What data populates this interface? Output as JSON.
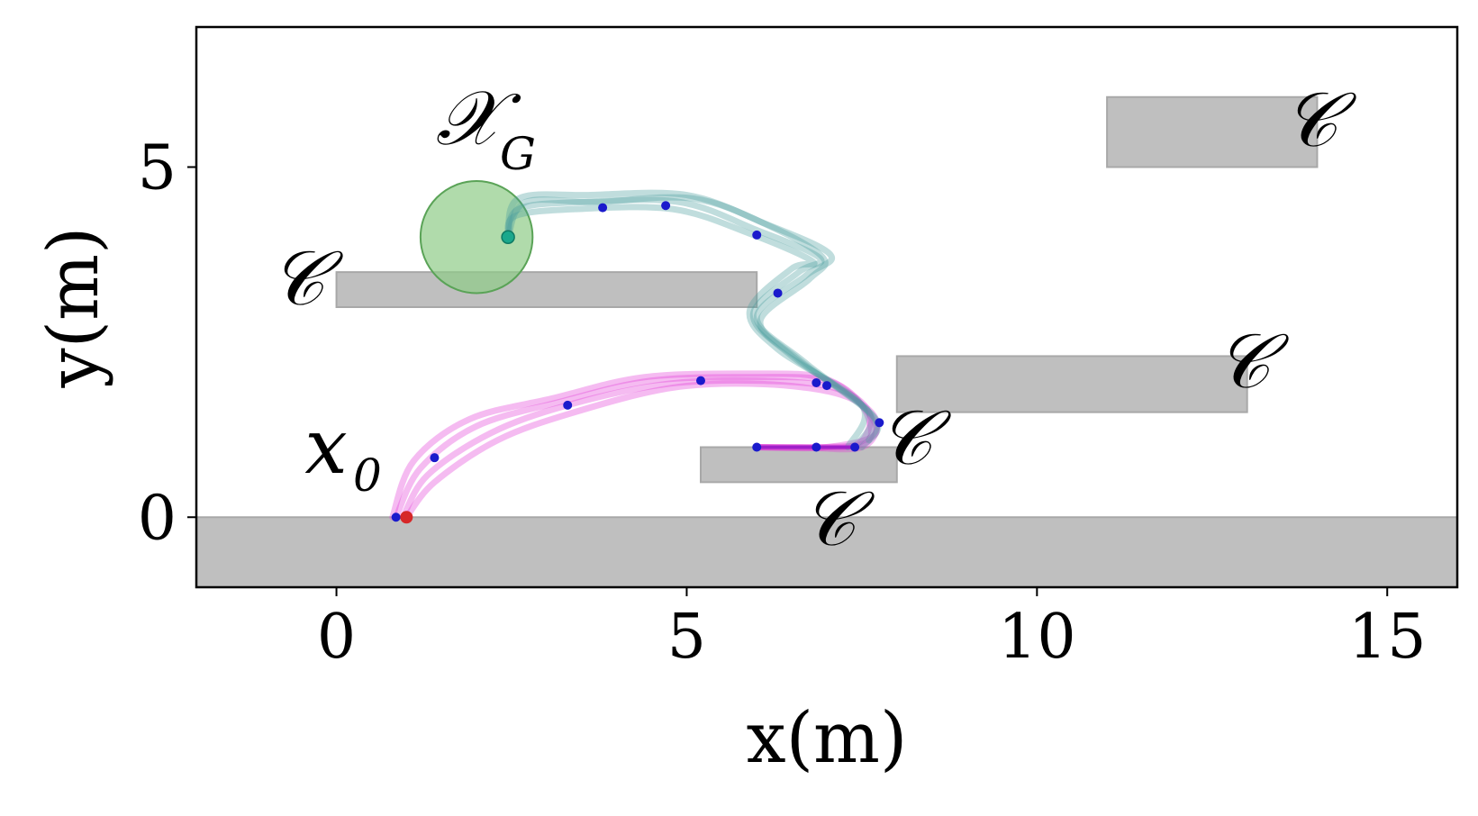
{
  "chart_data": {
    "type": "scatter",
    "xlabel": "x(m)",
    "ylabel": "y(m)",
    "xlim": [
      -2,
      16
    ],
    "ylim": [
      -1,
      7
    ],
    "x_ticks": [
      0,
      5,
      10,
      15
    ],
    "y_ticks": [
      0,
      5
    ],
    "grid": false,
    "obstacles": [
      {
        "label": "𝒞",
        "x": [
          -2,
          16
        ],
        "y": [
          -1,
          0
        ]
      },
      {
        "label": "𝒞",
        "x": [
          0,
          6
        ],
        "y": [
          3,
          3.5
        ]
      },
      {
        "label": "𝒞",
        "x": [
          5.2,
          8
        ],
        "y": [
          0.5,
          1
        ]
      },
      {
        "label": "𝒞",
        "x": [
          8,
          13
        ],
        "y": [
          1.5,
          2.3
        ]
      },
      {
        "label": "𝒞",
        "x": [
          11,
          14
        ],
        "y": [
          5,
          6
        ]
      }
    ],
    "goal_region": {
      "label": "𝒳",
      "subscript": "G",
      "center": [
        2,
        4
      ],
      "radius": 0.8,
      "color": "#8fcc88"
    },
    "start": {
      "label": "x",
      "subscript": "0",
      "point": [
        1,
        0
      ],
      "color": "#d62728"
    },
    "goal_point": {
      "point": [
        2.45,
        4
      ],
      "color": "#1aa88c"
    },
    "series": [
      {
        "color": "#e23bd8",
        "paths": [
          [
            [
              0.85,
              0
            ],
            [
              1.2,
              0.7
            ],
            [
              2,
              1.3
            ],
            [
              3.2,
              1.65
            ],
            [
              4.5,
              1.95
            ],
            [
              6,
              2
            ],
            [
              7,
              1.95
            ],
            [
              7.5,
              1.6
            ],
            [
              7.6,
              1.1
            ],
            [
              7,
              1
            ],
            [
              6,
              1
            ]
          ],
          [
            [
              0.95,
              0
            ],
            [
              1.3,
              0.6
            ],
            [
              2.2,
              1.2
            ],
            [
              3.3,
              1.6
            ],
            [
              4.7,
              1.9
            ],
            [
              6,
              1.95
            ],
            [
              7.1,
              1.85
            ],
            [
              7.6,
              1.5
            ],
            [
              7.45,
              1.05
            ],
            [
              6.8,
              1
            ],
            [
              6,
              1
            ]
          ],
          [
            [
              0.8,
              0
            ],
            [
              1.1,
              0.8
            ],
            [
              1.9,
              1.4
            ],
            [
              3.1,
              1.7
            ],
            [
              4.4,
              2
            ],
            [
              6,
              2.05
            ],
            [
              6.9,
              2
            ],
            [
              7.4,
              1.7
            ],
            [
              7.7,
              1.2
            ],
            [
              7,
              1
            ],
            [
              6,
              1
            ]
          ],
          [
            [
              1,
              0
            ],
            [
              1.4,
              0.5
            ],
            [
              2.3,
              1.1
            ],
            [
              3.4,
              1.5
            ],
            [
              4.8,
              1.85
            ],
            [
              6.1,
              1.9
            ],
            [
              7.2,
              1.75
            ],
            [
              7.7,
              1.4
            ],
            [
              7.5,
              1
            ],
            [
              6.6,
              1
            ],
            [
              6,
              1
            ]
          ]
        ],
        "waypoints": [
          [
            0.85,
            0
          ],
          [
            1.4,
            0.85
          ],
          [
            3.3,
            1.6
          ],
          [
            5.2,
            1.95
          ],
          [
            6.85,
            1.92
          ],
          [
            7,
            1.88
          ],
          [
            7.75,
            1.35
          ],
          [
            6,
            1
          ],
          [
            6.85,
            1
          ],
          [
            7.4,
            1
          ]
        ]
      },
      {
        "color": "#4a9e9e",
        "paths": [
          [
            [
              7.4,
              1
            ],
            [
              7.6,
              1.5
            ],
            [
              6.5,
              2.3
            ],
            [
              5.95,
              2.9
            ],
            [
              6.6,
              3.5
            ],
            [
              6.9,
              3.7
            ],
            [
              6,
              4.1
            ],
            [
              4.9,
              4.5
            ],
            [
              3.5,
              4.5
            ],
            [
              2.6,
              4.4
            ],
            [
              2.45,
              4
            ]
          ],
          [
            [
              7.5,
              1
            ],
            [
              7.7,
              1.4
            ],
            [
              6.7,
              2.2
            ],
            [
              6,
              2.85
            ],
            [
              6.7,
              3.45
            ],
            [
              7.05,
              3.75
            ],
            [
              6.1,
              4.2
            ],
            [
              5,
              4.6
            ],
            [
              3.6,
              4.6
            ],
            [
              2.6,
              4.55
            ],
            [
              2.45,
              4
            ]
          ],
          [
            [
              7.3,
              1
            ],
            [
              7.5,
              1.6
            ],
            [
              6.3,
              2.4
            ],
            [
              5.9,
              2.95
            ],
            [
              6.5,
              3.55
            ],
            [
              6.8,
              3.65
            ],
            [
              5.9,
              4.05
            ],
            [
              4.8,
              4.4
            ],
            [
              3.4,
              4.4
            ],
            [
              2.55,
              4.3
            ],
            [
              2.45,
              4
            ]
          ],
          [
            [
              7.6,
              1.1
            ],
            [
              7.65,
              1.45
            ],
            [
              6.6,
              2.25
            ],
            [
              6.05,
              2.8
            ],
            [
              6.75,
              3.4
            ],
            [
              6.95,
              3.7
            ],
            [
              6.2,
              4.15
            ],
            [
              5.1,
              4.55
            ],
            [
              3.7,
              4.5
            ],
            [
              2.7,
              4.5
            ],
            [
              2.45,
              4
            ]
          ]
        ],
        "waypoints": [
          [
            3.8,
            4.42
          ],
          [
            4.7,
            4.45
          ],
          [
            6,
            4.03
          ],
          [
            6.3,
            3.2
          ]
        ]
      }
    ]
  }
}
